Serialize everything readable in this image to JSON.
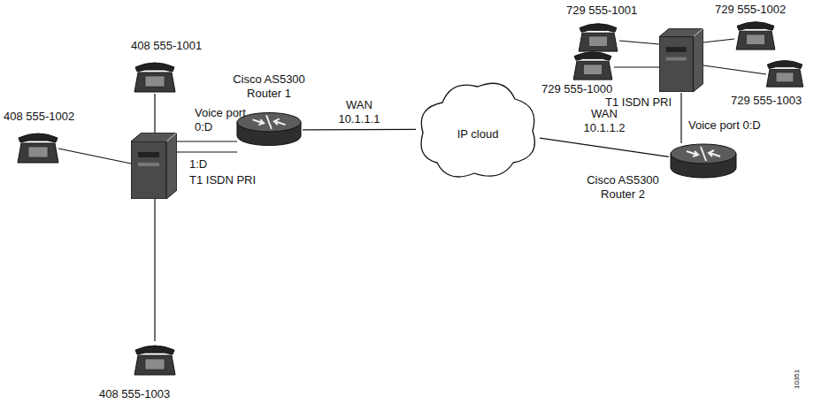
{
  "diagram": {
    "nodes": [
      {
        "text": [
          "Cisco AS5300 Router 1"
        ]
      },
      {
        "text": [
          "IP cloud"
        ]
      },
      {
        "text": [
          "Cisco AS5300 Router 2"
        ]
      }
    ],
    "edges": [
      {
        "from": 0,
        "to": 1,
        "arrow": "none",
        "label": "WAN 10.1.1.1"
      },
      {
        "from": 1,
        "to": 2,
        "arrow": "none",
        "label": "WAN 10.1.1.2"
      }
    ],
    "labels": [
      "408 555-1001",
      "408 555-1002",
      "Voice port 0:D",
      "1:D",
      "T1 ISDN PRI",
      "408 555-1003",
      "729 555-1001",
      "729 555-1002",
      "729 555-1000",
      "729 555-1003",
      "T1 ISDN PRI",
      "Voice port 0:D",
      "10351"
    ]
  }
}
